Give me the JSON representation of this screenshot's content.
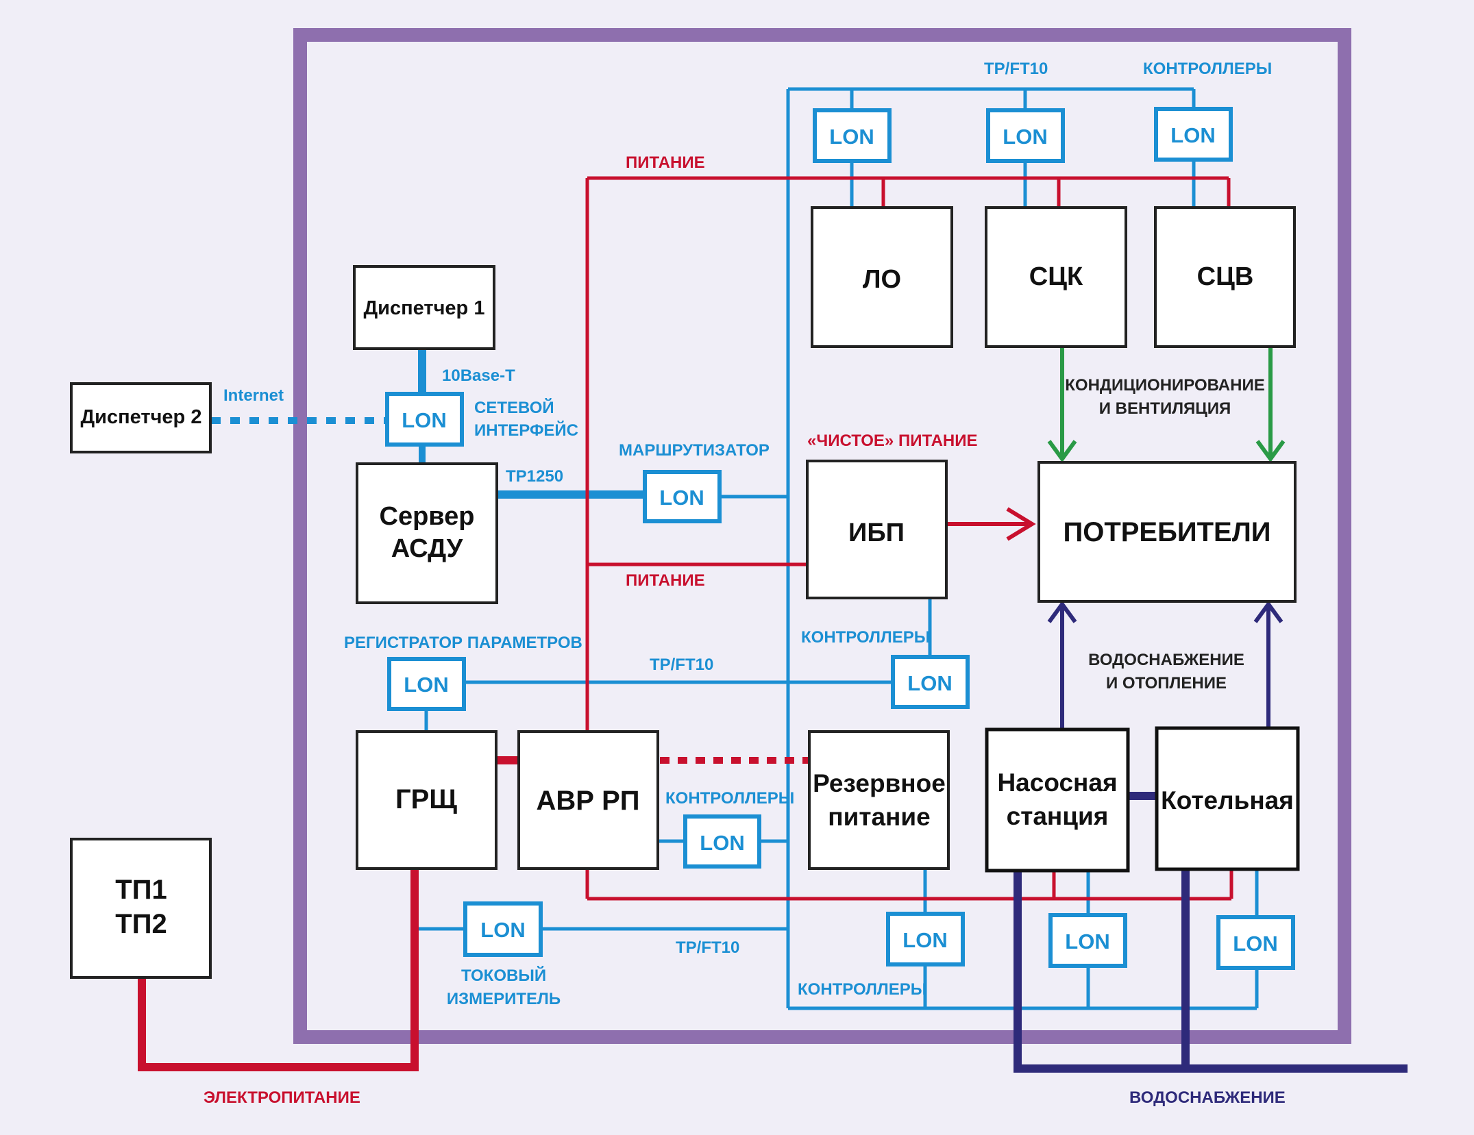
{
  "colors": {
    "background": "#f0eef7",
    "frame": "#8e6fae",
    "data_line": "#1b8fd3",
    "power_line": "#c8102e",
    "water_line": "#2e2a7a",
    "climate_line": "#2a9a46"
  },
  "boxes": {
    "dispatcher1": "Диспетчер 1",
    "dispatcher2": "Диспетчер 2",
    "server": [
      "Сервер",
      "АСДУ"
    ],
    "tp": [
      "ТП1",
      "ТП2"
    ],
    "lo": "ЛО",
    "sck": "СЦК",
    "scv": "СЦВ",
    "ibp": "ИБП",
    "consumers": "ПОТРЕБИТЕЛИ",
    "grsh": "ГРЩ",
    "avr": "АВР РП",
    "reserve": [
      "Резервное",
      "питание"
    ],
    "pump": [
      "Насосная",
      "станция"
    ],
    "boiler": "Котельная"
  },
  "lon_label": "LON",
  "labels": {
    "internet": "Internet",
    "base10": "10Base-T",
    "net_interface": [
      "СЕТЕВОЙ",
      "ИНТЕРФЕЙС"
    ],
    "tp1250": "TP1250",
    "router": "МАРШРУТИЗАТОР",
    "tpft10_top": "TP/FT10",
    "controllers_top": "КОНТРОЛЛЕРЫ",
    "power_top": "ПИТАНИЕ",
    "power_mid": "ПИТАНИЕ",
    "clean_power": "«ЧИСТОЕ» ПИТАНИЕ",
    "climate": [
      "КОНДИЦИОНИРОВАНИЕ",
      "И ВЕНТИЛЯЦИЯ"
    ],
    "controllers_ibp": "КОНТРОЛЛЕРЫ",
    "registrar": "РЕГИСТРАТОР ПАРАМЕТРОВ",
    "tpft10_mid": "TP/FT10",
    "water_heating": [
      "ВОДОСНАБЖЕНИЕ",
      "И ОТОПЛЕНИЕ"
    ],
    "controllers_avr": "КОНТРОЛЛЕРЫ",
    "current_meter": [
      "ТОКОВЫЙ",
      "ИЗМЕРИТЕЛЬ"
    ],
    "tpft10_bot": "TP/FT10",
    "controllers_bot": "КОНТРОЛЛЕРЫ",
    "electric_power": "ЭЛЕКТРОПИТАНИЕ",
    "water_supply": "ВОДОСНАБЖЕНИЕ"
  }
}
